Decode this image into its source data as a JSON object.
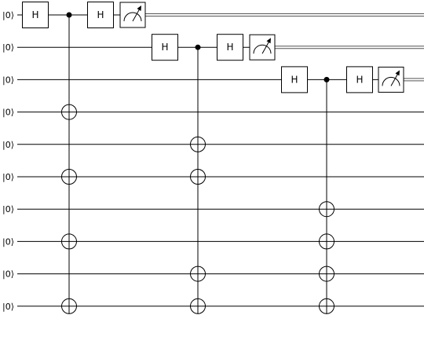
{
  "circuit": {
    "qubits": [
      {
        "label": "|0⟩",
        "measured": true
      },
      {
        "label": "|0⟩",
        "measured": true
      },
      {
        "label": "|0⟩",
        "measured": true
      },
      {
        "label": "|0⟩",
        "measured": false
      },
      {
        "label": "|0⟩",
        "measured": false
      },
      {
        "label": "|0⟩",
        "measured": false
      },
      {
        "label": "|0⟩",
        "measured": false
      },
      {
        "label": "|0⟩",
        "measured": false
      },
      {
        "label": "|0⟩",
        "measured": false
      },
      {
        "label": "|0⟩",
        "measured": false
      }
    ],
    "operations": [
      {
        "type": "gate",
        "label": "H",
        "qubit": 0,
        "step": 0
      },
      {
        "type": "controlled",
        "control": 0,
        "targets": [
          3,
          5,
          7,
          9
        ],
        "step": 1
      },
      {
        "type": "gate",
        "label": "H",
        "qubit": 0,
        "step": 2
      },
      {
        "type": "measure",
        "qubit": 0,
        "step": 3
      },
      {
        "type": "gate",
        "label": "H",
        "qubit": 1,
        "step": 4
      },
      {
        "type": "controlled",
        "control": 1,
        "targets": [
          4,
          5,
          8,
          9
        ],
        "step": 5
      },
      {
        "type": "gate",
        "label": "H",
        "qubit": 1,
        "step": 6
      },
      {
        "type": "measure",
        "qubit": 1,
        "step": 7
      },
      {
        "type": "gate",
        "label": "H",
        "qubit": 2,
        "step": 8
      },
      {
        "type": "controlled",
        "control": 2,
        "targets": [
          6,
          7,
          8,
          9
        ],
        "step": 9
      },
      {
        "type": "gate",
        "label": "H",
        "qubit": 2,
        "step": 10
      },
      {
        "type": "measure",
        "qubit": 2,
        "step": 11
      }
    ]
  }
}
